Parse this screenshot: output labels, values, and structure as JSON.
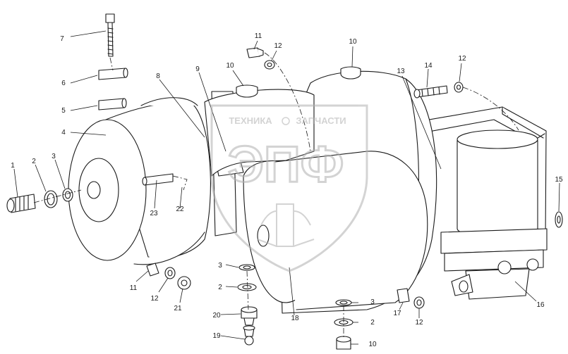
{
  "watermark": {
    "top_text": "ТЕХНИКА",
    "top_text_2": "ЗАПЧАСТИ",
    "logo_text": "ЭПФ"
  },
  "colors": {
    "line": "#1a1a1a",
    "fill": "#ffffff",
    "watermark": "#b0b0b0"
  },
  "callouts": {
    "c1": "1",
    "c2": "2",
    "c3": "3",
    "c4": "4",
    "c5": "5",
    "c6": "6",
    "c7": "7",
    "c8": "8",
    "c9": "9",
    "c10a": "10",
    "c10b": "10",
    "c11a": "11",
    "c12a": "12",
    "c12b": "12",
    "c13": "13",
    "c14": "14",
    "c15": "15",
    "c16": "16",
    "c23": "23",
    "c22": "22",
    "c11b": "11",
    "c12c": "12",
    "c21": "21",
    "c3b": "3",
    "c2b": "2",
    "c20": "20",
    "c19": "19",
    "c18": "18",
    "c3c": "3",
    "c2c": "2",
    "c10c": "10",
    "c17": "17",
    "c12d": "12"
  }
}
